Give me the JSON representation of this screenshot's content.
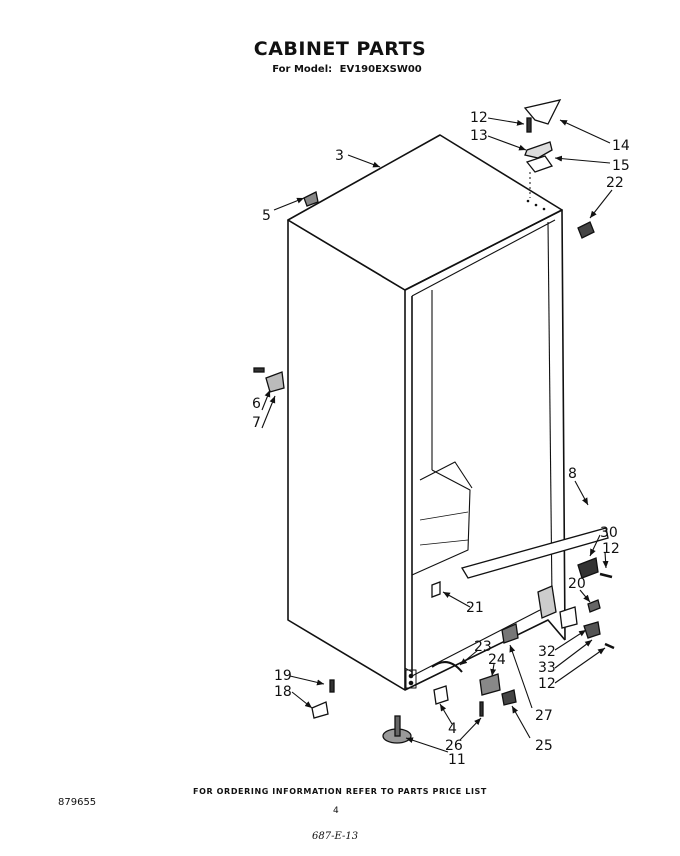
{
  "header": {
    "title": "CABINET PARTS",
    "model_label": "For Model:",
    "model_number": "EV190EXSW00"
  },
  "callouts": {
    "c3": "3",
    "c5": "5",
    "c12a": "12",
    "c13": "13",
    "c14": "14",
    "c15": "15",
    "c22": "22",
    "c6": "6",
    "c7": "7",
    "c8": "8",
    "c30": "30",
    "c12b": "12",
    "c20": "20",
    "c21": "21",
    "c32": "32",
    "c33": "33",
    "c12c": "12",
    "c23": "23",
    "c24": "24",
    "c27": "27",
    "c19": "19",
    "c18": "18",
    "c4": "4",
    "c26": "26",
    "c25": "25",
    "c11": "11"
  },
  "footer": {
    "ordering_note": "FOR ORDERING INFORMATION REFER TO PARTS PRICE LIST",
    "document_number": "879655",
    "page_number": "4",
    "handwritten_note": "687-E-13"
  }
}
